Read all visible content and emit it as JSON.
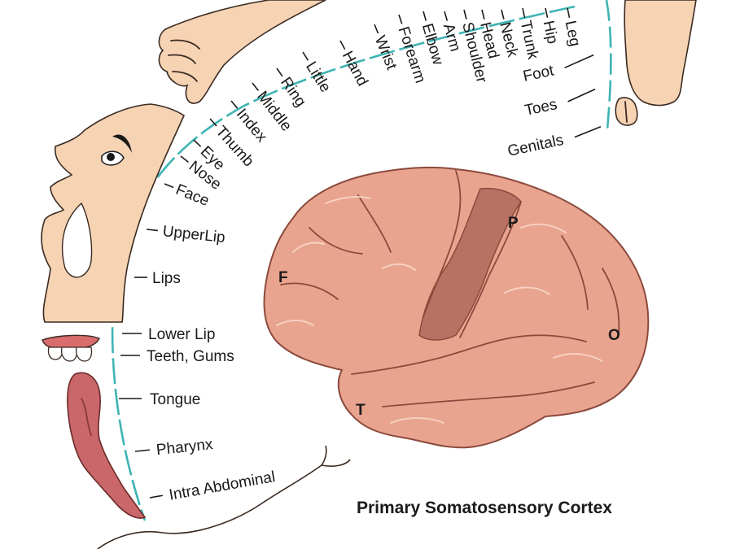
{
  "title": "Primary Somatosensory Cortex",
  "body_labels": [
    "Leg",
    "Hip",
    "Trunk",
    "Neck",
    "Head",
    "Shoulder",
    "Arm",
    "Elbow",
    "Forearm",
    "Wrist",
    "Hand",
    "Little",
    "Ring",
    "Middle",
    "Index",
    "Thumb",
    "Eye",
    "Nose",
    "Face",
    "UpperLip",
    "Lips",
    "Lower Lip",
    "Teeth, Gums",
    "Tongue",
    "Pharynx",
    "Intra Abdominal",
    "Foot",
    "Toes",
    "Genitals"
  ],
  "lobes": {
    "frontal": "F",
    "parietal": "P",
    "occipital": "O",
    "temporal": "T"
  },
  "colors": {
    "cortex_line": "#3fb3b3",
    "skin": "#f6d3b3",
    "brain": "#e8a48f",
    "brain_dark": "#b87263",
    "tongue": "#c9676a"
  }
}
